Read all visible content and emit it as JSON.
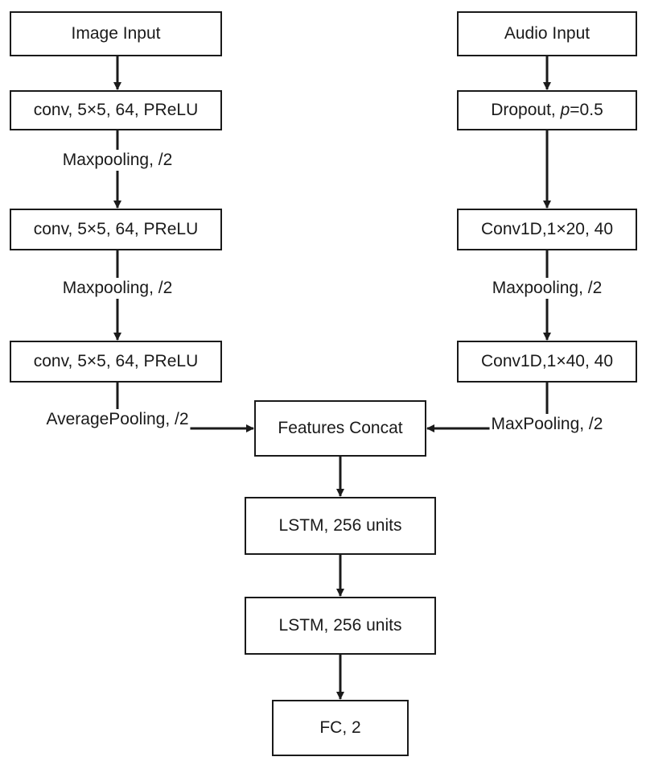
{
  "image_branch": {
    "input": "Image Input",
    "conv1": "conv, 5×5, 64, PReLU",
    "pool1": "Maxpooling, /2",
    "conv2": "conv, 5×5, 64, PReLU",
    "pool2": "Maxpooling, /2",
    "conv3": "conv, 5×5, 64, PReLU",
    "pool3": "AveragePooling, /2"
  },
  "audio_branch": {
    "input": "Audio Input",
    "dropout_prefix": "Dropout, ",
    "dropout_param": "p",
    "dropout_value": "=0.5",
    "conv1d1": "Conv1D,1×20, 40",
    "pool1": "Maxpooling, /2",
    "conv1d2": "Conv1D,1×40, 40",
    "pool2": "MaxPooling, /2"
  },
  "fusion": {
    "concat": "Features Concat",
    "lstm1": "LSTM, 256 units",
    "lstm2": "LSTM, 256 units",
    "fc": "FC, 2"
  },
  "colors": {
    "line": "#1a1a1a",
    "box_fill": "#ffffff"
  }
}
